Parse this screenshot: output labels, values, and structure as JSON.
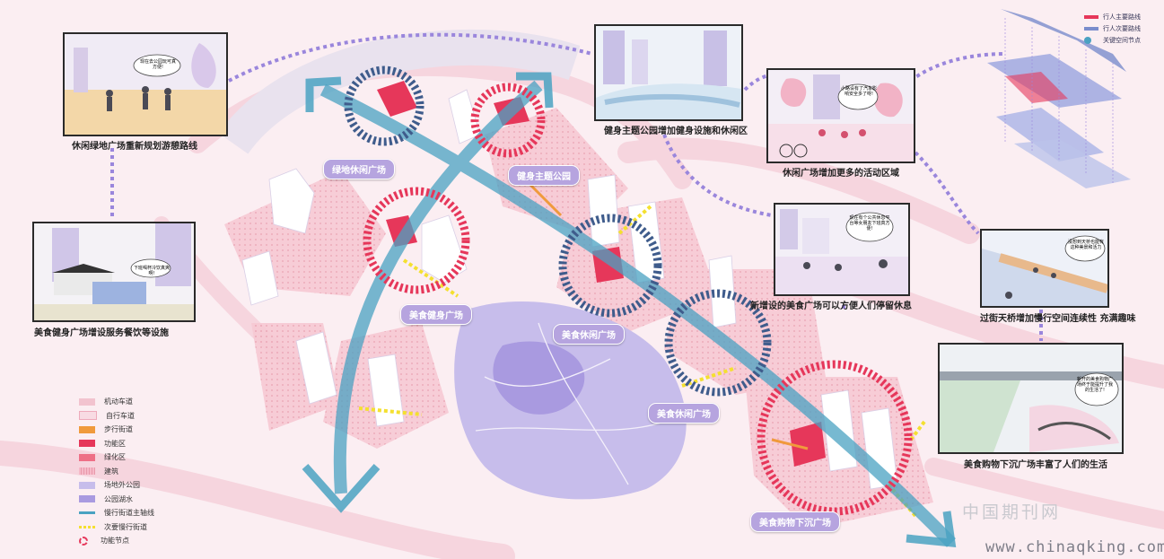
{
  "colors": {
    "background": "#fbeef2",
    "road": "#f2c3cf",
    "park_water": "#b4a9e3",
    "axis": "#4aa2c2",
    "function_node": "#e6375a",
    "node_dark": "#3f5c8c",
    "walk": "#f4e030",
    "pill": "#b6a4df"
  },
  "top_legend": [
    {
      "label": "行人主要路线",
      "color": "#e6375a"
    },
    {
      "label": "行人次要路线",
      "color": "#7a8ccc"
    },
    {
      "label": "关键空间节点",
      "color": "#4aa2c2"
    }
  ],
  "cards": [
    {
      "caption": "休闲绿地广场重新规划游憩路线",
      "bubble": "现在去公园玩可真方便!"
    },
    {
      "caption": "健身主题公园增加健身设施和休闲区",
      "bubble": ""
    },
    {
      "caption": "休闲广场增加更多的活动区域",
      "bubble": "小路设有了汽车影响安全多了呀!"
    },
    {
      "caption": "美食健身广场增设服务餐饮等设施",
      "bubble": "下班喝杯冷饮真爽啊!"
    },
    {
      "caption": "新增设的美食广场可以方便人们停留休息",
      "bubble": "现在有个公共休息平台等女朋友下班真方便!"
    },
    {
      "caption": "过街天桥增加慢行空间连续性 充满趣味",
      "bubble": "没想到天桥也能有这种美景和活力"
    },
    {
      "caption": "美食购物下沉广场丰富了人们的生活",
      "bubble": "新开的美食购物广场终于能提升了我的生活了!"
    }
  ],
  "map_labels": [
    "绿地休闲广场",
    "健身主题公园",
    "美食健身广场",
    "美食休闲广场",
    "美食休闲广场",
    "美食购物下沉广场"
  ],
  "legend": [
    {
      "label": "机动车道",
      "color": "#f2c3cf",
      "kind": "fill"
    },
    {
      "label": "自行车道",
      "color": "#f8dbe3",
      "kind": "fill"
    },
    {
      "label": "步行街道",
      "color": "#f09a3c",
      "kind": "fill"
    },
    {
      "label": "功能区",
      "color": "#e6375a",
      "kind": "fill"
    },
    {
      "label": "绿化区",
      "color": "#ee6f86",
      "kind": "fill"
    },
    {
      "label": "建筑",
      "color": "#f6b9c8",
      "kind": "dots"
    },
    {
      "label": "场地外公园",
      "color": "#c7bdeb",
      "kind": "fill"
    },
    {
      "label": "公园湖水",
      "color": "#a99ae0",
      "kind": "fill"
    },
    {
      "label": "慢行街道主轴线",
      "color": "#4aa2c2",
      "kind": "arrow"
    },
    {
      "label": "次要慢行街道",
      "color": "#f4e030",
      "kind": "dash"
    },
    {
      "label": "功能节点",
      "color": "#e6375a",
      "kind": "ring"
    }
  ],
  "watermark": {
    "cn": "中国期刊网",
    "url": "www.chinaqking.com"
  }
}
